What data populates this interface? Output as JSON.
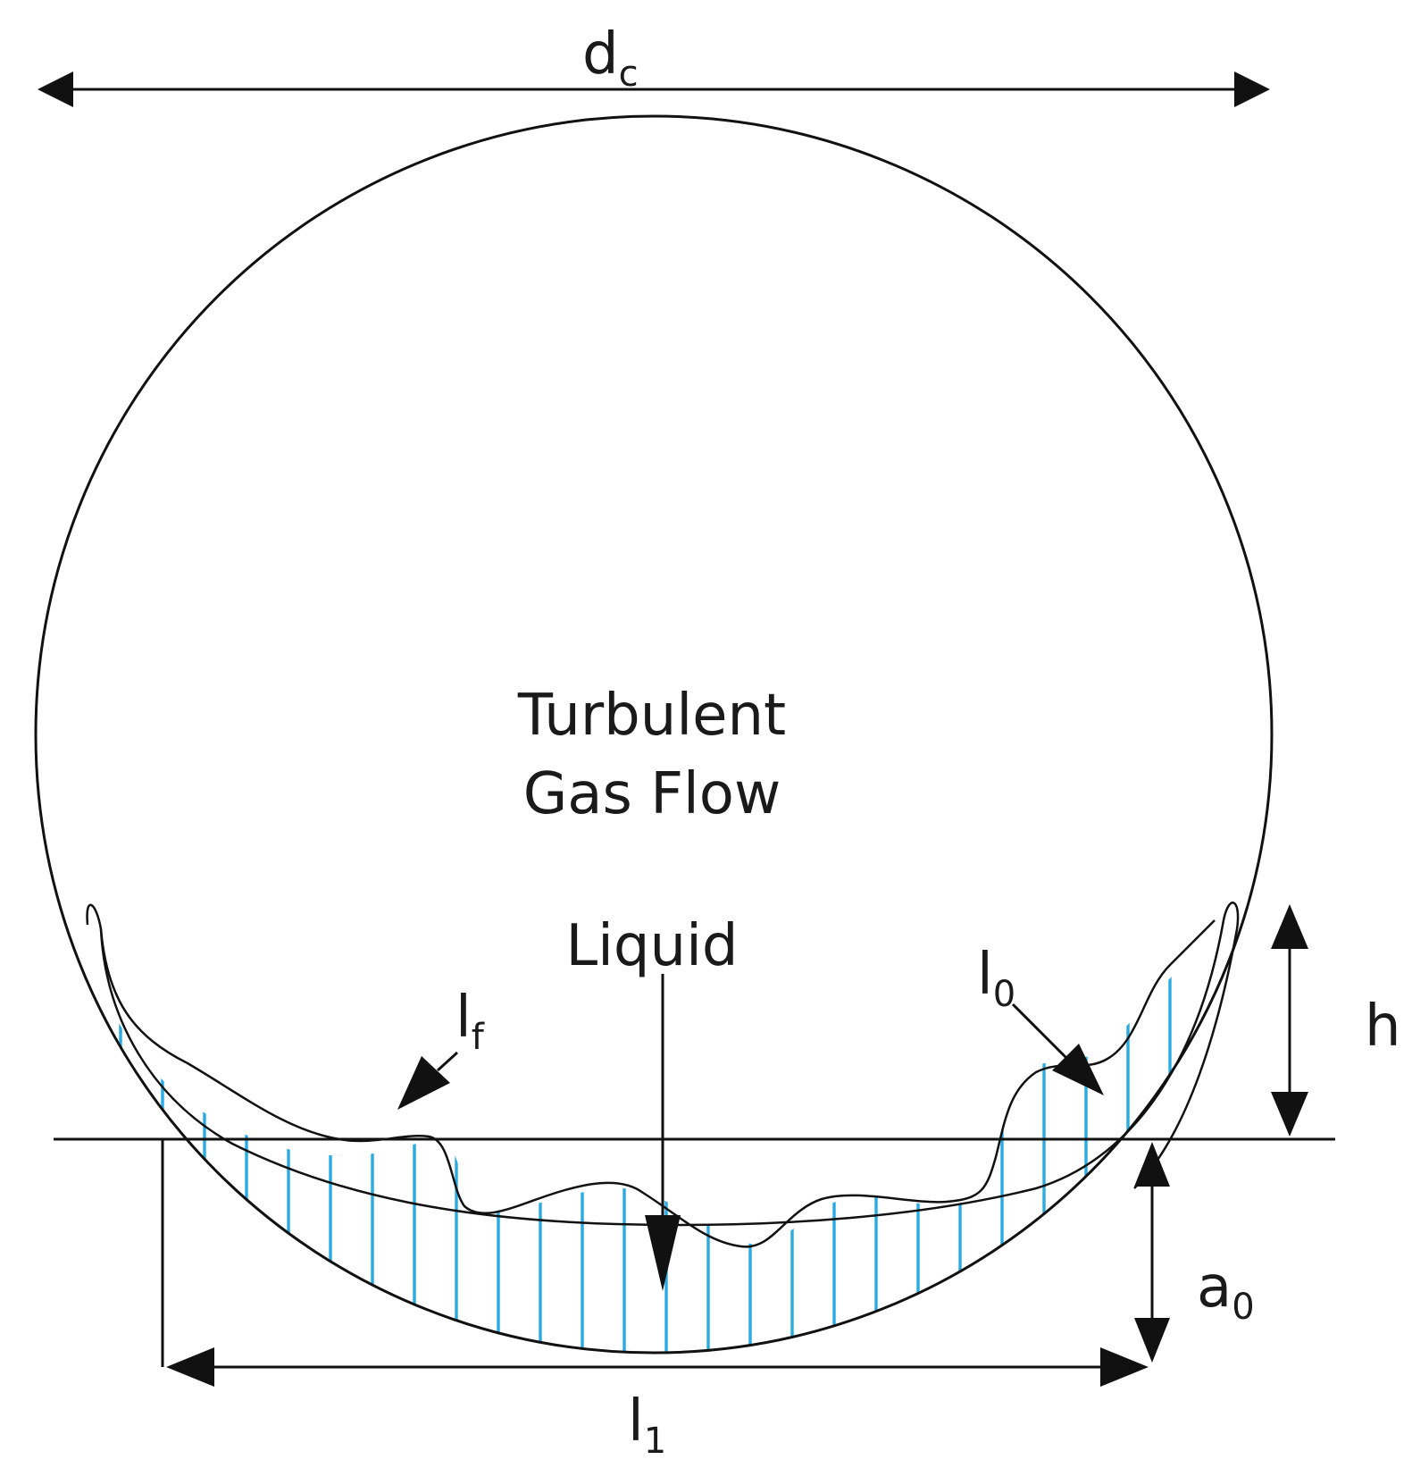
{
  "labels": {
    "dc": {
      "main": "d",
      "sub": "c"
    },
    "gas_line1": "Turbulent",
    "gas_line2": "Gas Flow",
    "liquid": "Liquid",
    "lf": {
      "main": "l",
      "sub": "f"
    },
    "l0": {
      "main": "l",
      "sub": "0"
    },
    "h": "h",
    "a0": {
      "main": "a",
      "sub": "0"
    },
    "l1": {
      "main": "l",
      "sub": "1"
    }
  },
  "colors": {
    "outline": "#111111",
    "hatch": "#29abe2"
  }
}
